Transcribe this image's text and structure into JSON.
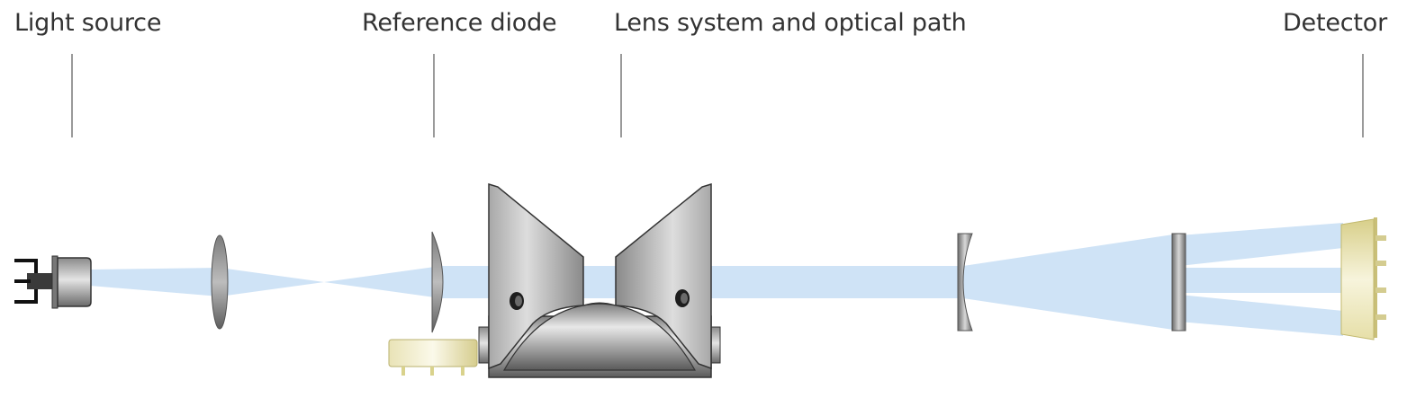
{
  "labels": {
    "light_source": "Light source",
    "reference_diode": "Reference diode",
    "lens_system": "Lens system and optical path",
    "detector": "Detector"
  },
  "colors": {
    "beam": "#cfe3f6",
    "text": "#333333",
    "leader": "#9a9a9a",
    "metal_dark": "#5c5c5c",
    "metal_light": "#e6e6e6",
    "detector_body": "#e8e2b0"
  }
}
